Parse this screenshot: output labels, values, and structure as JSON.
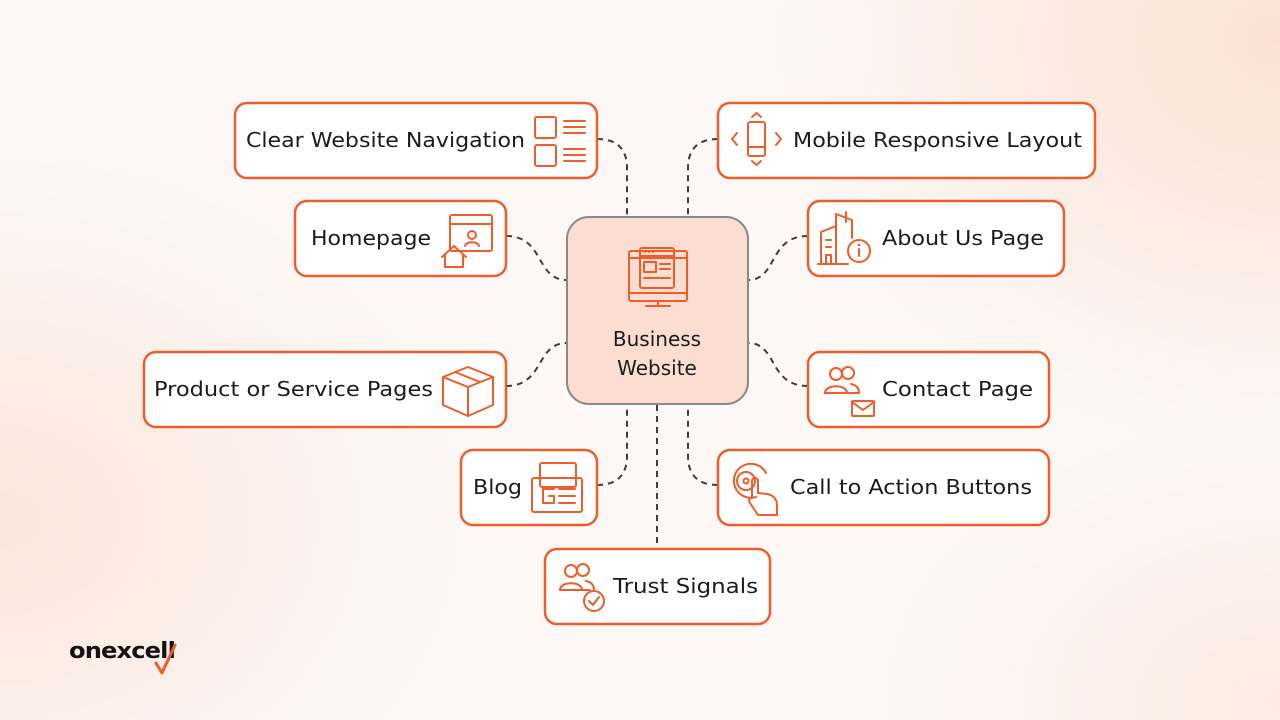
{
  "center": {
    "line1": "Business",
    "line2": "Website"
  },
  "nodes": {
    "navigation": "Clear Website Navigation",
    "mobile": "Mobile Responsive Layout",
    "homepage": "Homepage",
    "about": "About Us Page",
    "product": "Product or Service Pages",
    "contact": "Contact Page",
    "blog": "Blog",
    "cta": "Call to Action Buttons",
    "trust": "Trust Signals"
  },
  "brand": {
    "name": "onexcell"
  },
  "colors": {
    "accent": "#ee5d2c",
    "center_fill": "#fbddd2",
    "center_stroke": "#8a8a8a",
    "connector": "#3d3d3d"
  }
}
